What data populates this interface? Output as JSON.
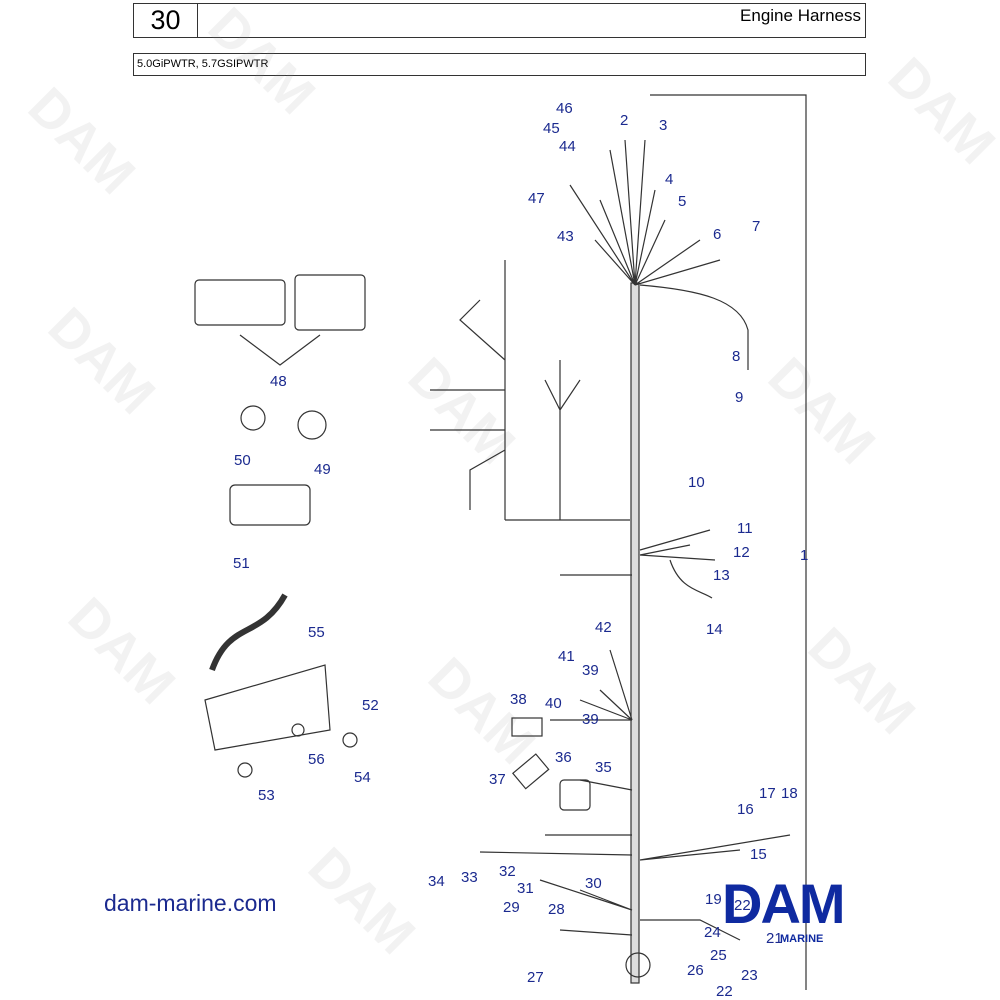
{
  "header": {
    "page_number": "30",
    "title": "Engine Harness"
  },
  "subtitle": "5.0GiPWTR, 5.7GSIPWTR",
  "website": "dam-marine.com",
  "logo": {
    "main": "DAM",
    "sub": "MARINE"
  },
  "watermark_text": "DAM",
  "part_labels": [
    "1",
    "2",
    "3",
    "4",
    "5",
    "6",
    "7",
    "8",
    "9",
    "10",
    "11",
    "12",
    "13",
    "14",
    "15",
    "16",
    "17",
    "18",
    "19",
    "21",
    "22",
    "22",
    "23",
    "24",
    "25",
    "26",
    "27",
    "28",
    "29",
    "30",
    "31",
    "32",
    "33",
    "34",
    "35",
    "36",
    "37",
    "38",
    "39",
    "39",
    "40",
    "41",
    "42",
    "43",
    "44",
    "45",
    "46",
    "47",
    "48",
    "49",
    "50",
    "51",
    "52",
    "53",
    "54",
    "55",
    "56"
  ],
  "colors": {
    "label": "#1b2a8f",
    "logo": "#0f2aa0",
    "line": "#333333"
  }
}
